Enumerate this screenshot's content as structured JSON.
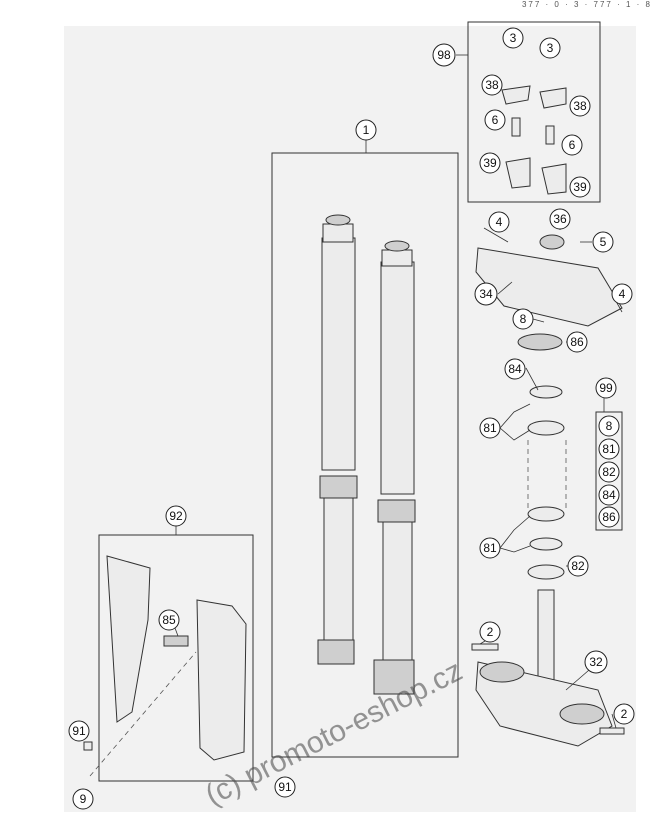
{
  "header": {
    "code": "377 · 0 · 3 · 777 · 1 · 8"
  },
  "watermark": "(c) promoto-eshop.cz",
  "callouts": {
    "c98": "98",
    "c3a": "3",
    "c3b": "3",
    "c38a": "38",
    "c38b": "38",
    "c6a": "6",
    "c6b": "6",
    "c39a": "39",
    "c39b": "39",
    "c1": "1",
    "c4a": "4",
    "c36": "36",
    "c5": "5",
    "c34": "34",
    "c4b": "4",
    "c8a": "8",
    "c86a": "86",
    "c84a": "84",
    "c99": "99",
    "c81a": "81",
    "c81b": "81",
    "c82a": "82",
    "k8": "8",
    "k81": "81",
    "k82": "82",
    "k84": "84",
    "k86": "86",
    "c92": "92",
    "c85": "85",
    "c2a": "2",
    "c32": "32",
    "c2b": "2",
    "c91a": "91",
    "c9": "9",
    "c91b": "91"
  }
}
